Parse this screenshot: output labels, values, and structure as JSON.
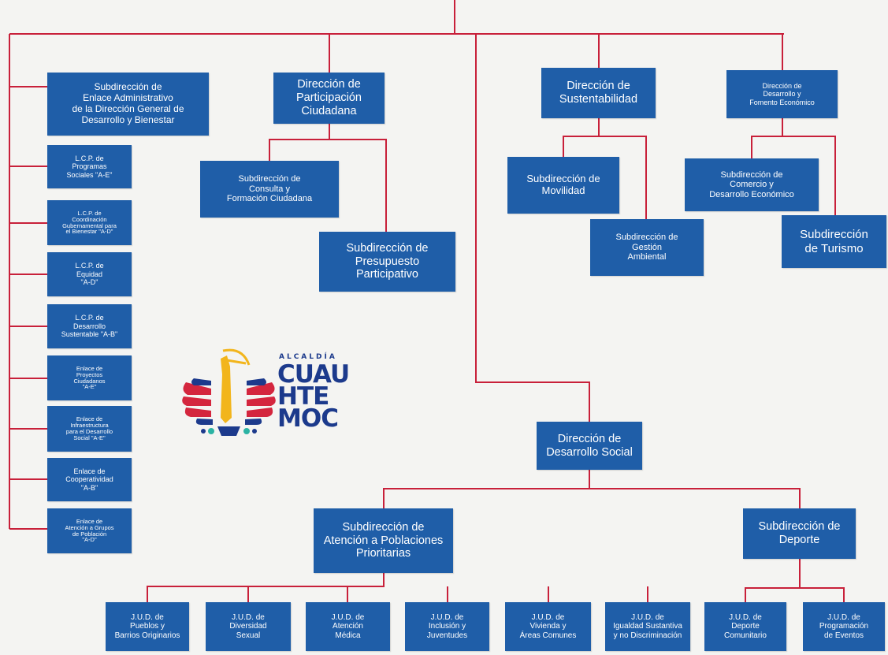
{
  "colors": {
    "box": "#1f5ea8",
    "line": "#c8203a",
    "text": "#ffffff"
  },
  "left_column": {
    "header": "Subdirección de\nEnlace Administrativo\nde la Dirección General de\nDesarrollo y Bienestar",
    "items": [
      "L.C.P. de\nProgramas\nSociales \"A-E\"",
      "L.C.P. de\nCoordinación\nGubernamental para\nel Bienestar \"A-D\"",
      "L.C.P. de\nEquidad\n\"A-D\"",
      "L.C.P. de\nDesarrollo\nSustentable \"A-B\"",
      "Enlace de\nProyectos\nCiudadanos\n\"A-E\"",
      "Enlace de\nInfraestructura\npara el Desarrollo\nSocial \"A-E\"",
      "Enlace de\nCooperatividad\n\"A-B\"",
      "Enlace de\nAtención a Grupos\nde Población\n\"A-D\""
    ]
  },
  "participacion": {
    "title": "Dirección de\nParticipación\nCiudadana",
    "children": [
      "Subdirección de\nConsulta y\nFormación Ciudadana",
      "Subdirección de\nPresupuesto\nParticipativo"
    ]
  },
  "sustentabilidad": {
    "title": "Dirección de\nSustentabilidad",
    "children": [
      "Subdirección de\nMovilidad",
      "Subdirección de\nGestión\nAmbiental"
    ]
  },
  "fomento": {
    "title": "Dirección de\nDesarrollo y\nFomento Económico",
    "children": [
      "Subdirección de\nComercio y\nDesarrollo Económico",
      "Subdirección\nde Turismo"
    ]
  },
  "desarrollo_social": {
    "title": "Dirección de\nDesarrollo Social",
    "atencion": {
      "title": "Subdirección de\nAtención a Poblaciones\nPrioritarias",
      "juds": [
        "J.U.D. de\nPueblos y\nBarrios Originarios",
        "J.U.D. de\nDiversidad\nSexual",
        "J.U.D. de\nAtención\nMédica",
        "J.U.D. de\nInclusión y\nJuventudes",
        "J.U.D. de\nVivienda y\nÁreas Comunes",
        "J.U.D. de\nIgualdad Sustantiva\ny no Discriminación"
      ]
    },
    "deporte": {
      "title": "Subdirección de\nDeporte",
      "juds": [
        "J.U.D. de\nDeporte\nComunitario",
        "J.U.D. de\nProgramación\nde Eventos"
      ]
    }
  },
  "logo": {
    "top": "ALCALDÍA",
    "lines": [
      "CUAU",
      "HTE",
      "MOC"
    ],
    "colors": [
      "#1c3a8c",
      "#d4263e",
      "#f2b51c",
      "#2bb3a4"
    ]
  }
}
